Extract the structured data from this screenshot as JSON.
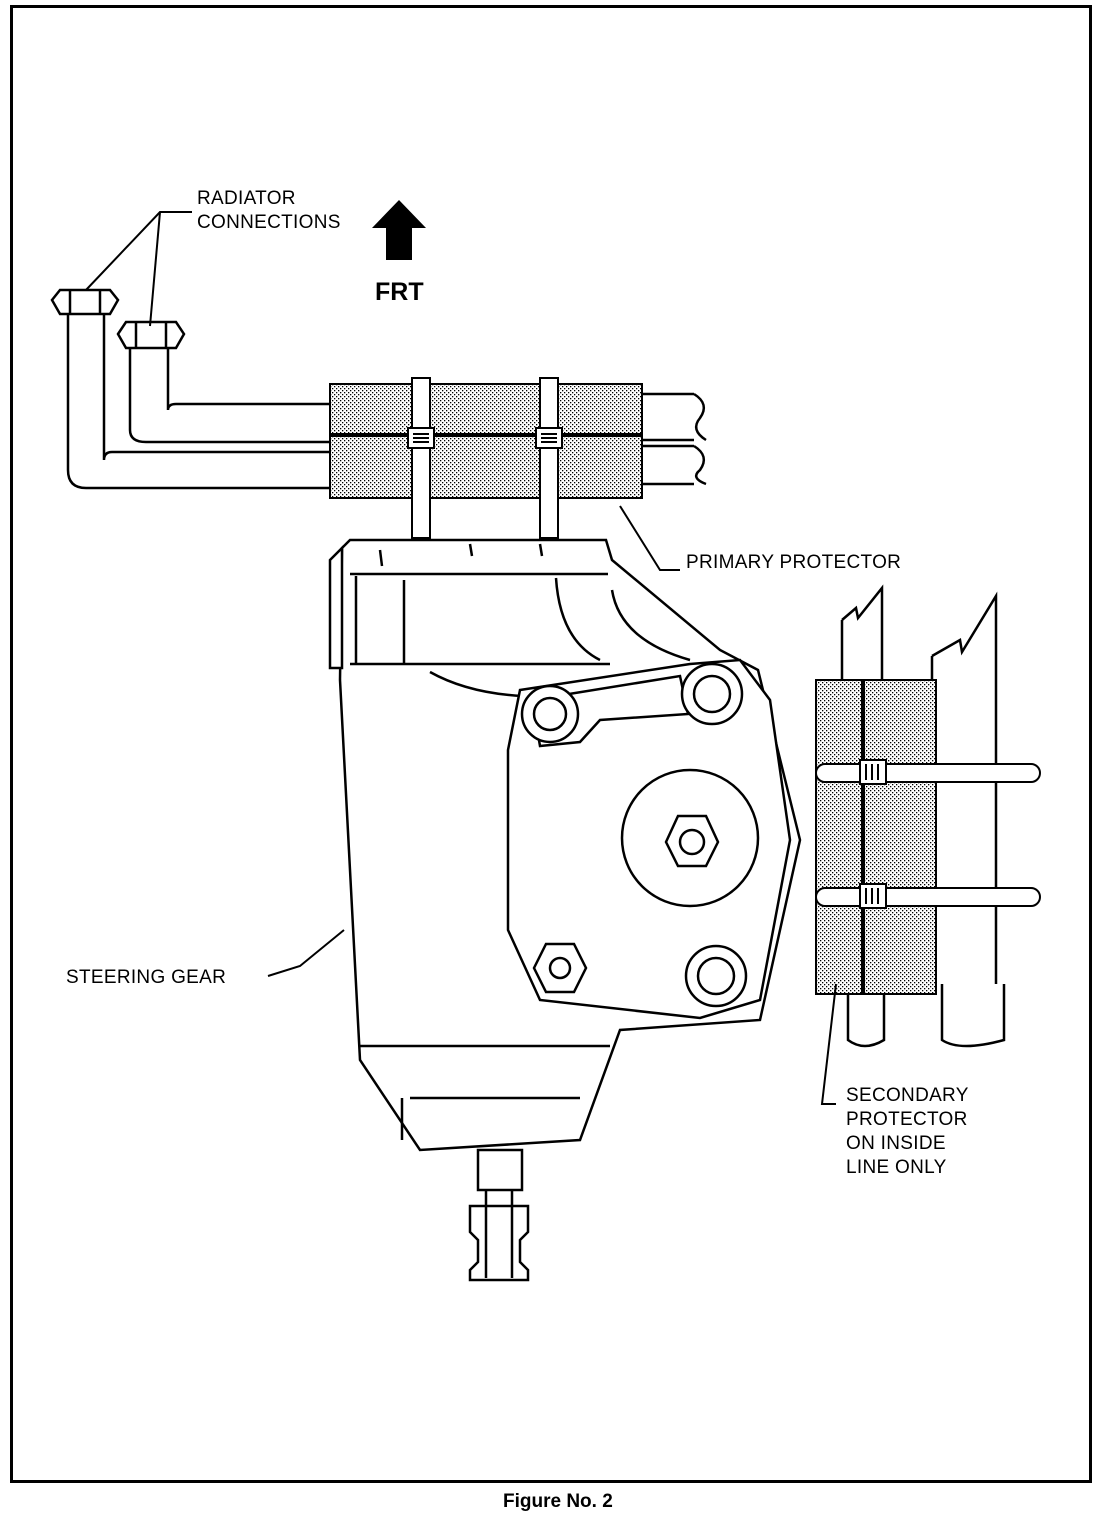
{
  "figure": {
    "caption": "Figure No. 2",
    "direction_label": "FRT",
    "labels": {
      "radiator_connections": [
        "RADIATOR",
        "CONNECTIONS"
      ],
      "primary_protector": "PRIMARY PROTECTOR",
      "steering_gear": "STEERING GEAR",
      "secondary_protector": [
        "SECONDARY",
        "PROTECTOR",
        "ON INSIDE",
        "LINE ONLY"
      ]
    }
  }
}
